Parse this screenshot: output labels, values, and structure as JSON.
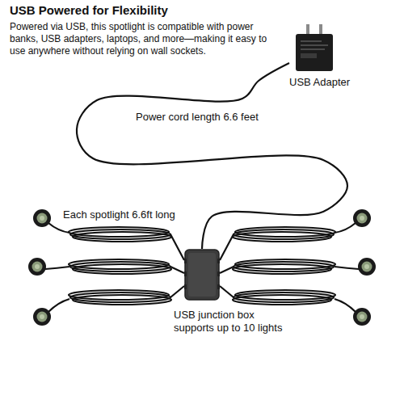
{
  "diagram": {
    "title": "USB Powered for Flexibility",
    "nodes": [
      {
        "text": [
          "USB Adapter"
        ]
      },
      {
        "text": [
          "USB junction box supports up to 10 lights"
        ]
      }
    ],
    "edges": [
      {
        "from": 0,
        "to": 1,
        "arrow": "none"
      }
    ],
    "labels": [
      "Powered via USB, this spotlight is compatible with power banks, USB adapters, laptops, and more—making it easy to use anywhere without relying on wall sockets.",
      "Power cord length 6.6 feet",
      "Each spotlight 6.6ft long"
    ]
  }
}
